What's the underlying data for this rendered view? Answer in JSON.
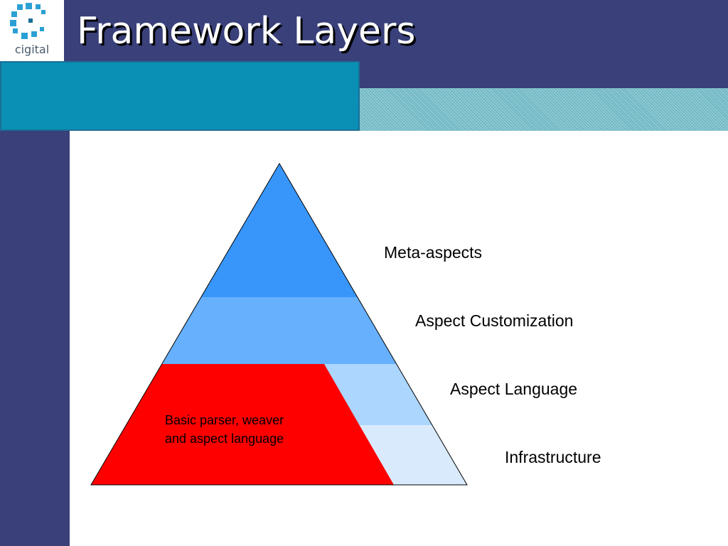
{
  "logo": {
    "text": "cigital"
  },
  "title": "Framework Layers",
  "diagram": {
    "layers": [
      {
        "label": "Meta-aspects",
        "color": "#3896fb"
      },
      {
        "label": "Aspect Customization",
        "color": "#66b0fd"
      },
      {
        "label": "Aspect Language",
        "color": "#acd6fd"
      },
      {
        "label": "Infrastructure",
        "color": "#daeafd"
      }
    ],
    "inner_block": {
      "lines": [
        "Basic parser, weaver",
        "and aspect language"
      ],
      "color": "#ff0000"
    }
  },
  "colors": {
    "background": "#39407a",
    "teal": "#0a8fb5",
    "content": "#ffffff"
  }
}
